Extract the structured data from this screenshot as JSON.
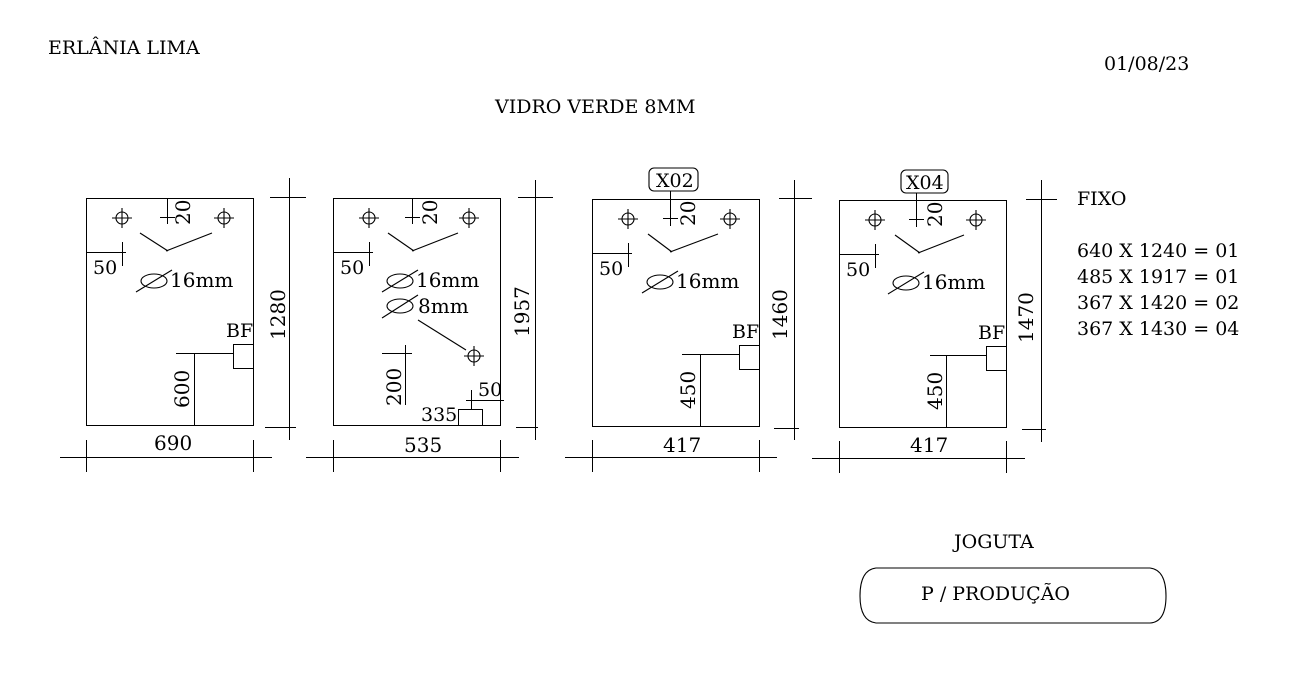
{
  "header": {
    "client": "ERLÂNIA LIMA",
    "date": "01/08/23",
    "material": "VIDRO VERDE 8MM"
  },
  "panels": [
    {
      "width_label": "690",
      "height_label": "1280",
      "tag": "",
      "hole_spacing": "20",
      "edge_offset": "50",
      "hole_note": "16mm",
      "lock_label": "BF",
      "lock_height": "600"
    },
    {
      "width_label": "535",
      "height_label": "1957",
      "tag": "",
      "hole_spacing": "20",
      "edge_offset": "50",
      "hole_note": "16mm",
      "hole_note_2": "8mm",
      "lock_height": "200",
      "bottom_offset": "50",
      "bottom_width": "335"
    },
    {
      "width_label": "417",
      "height_label": "1460",
      "tag": "X02",
      "hole_spacing": "20",
      "edge_offset": "50",
      "hole_note": "16mm",
      "lock_label": "BF",
      "lock_height": "450"
    },
    {
      "width_label": "417",
      "height_label": "1470",
      "tag": "X04",
      "hole_spacing": "20",
      "edge_offset": "50",
      "hole_note": "16mm",
      "lock_label": "BF",
      "lock_height": "450"
    }
  ],
  "fixed_list": {
    "title": "FIXO",
    "items": [
      "640 X 1240 = 01",
      "485 X 1917 = 01",
      "367 X 1420 = 02",
      "367 X 1430 = 04"
    ]
  },
  "footer": {
    "label": "JOGUTA",
    "button": "P / PRODUÇÃO"
  }
}
